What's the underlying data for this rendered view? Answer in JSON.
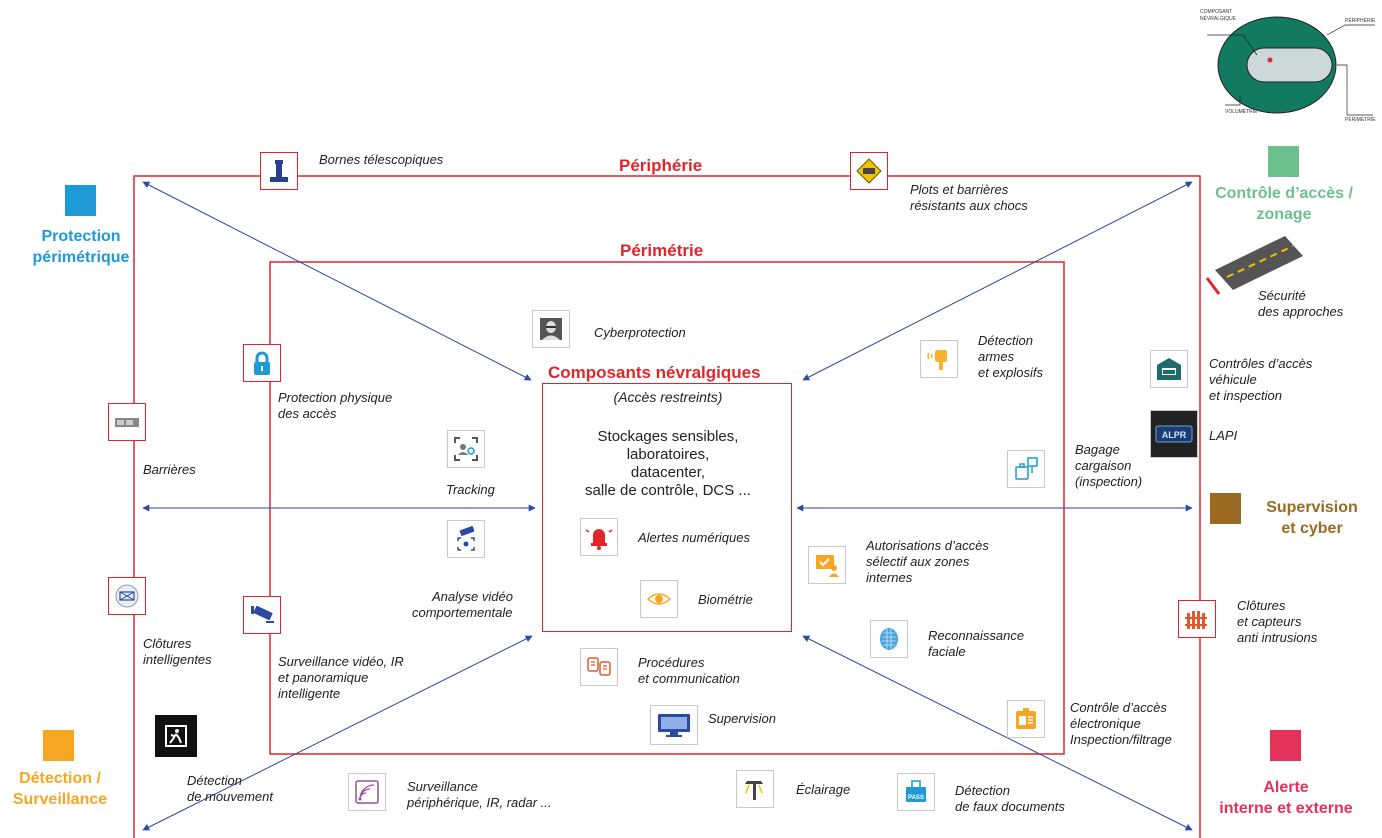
{
  "zones": {
    "peripherie": "Périphérie",
    "perimetrie": "Périmétrie",
    "composants": "Composants névralgiques",
    "acces_restreints": "(Accès restreints)",
    "core_lines": [
      "Stockages sensibles,",
      "laboratoires,",
      "datacenter,",
      "salle de contrôle, DCS ..."
    ]
  },
  "legend": [
    {
      "line1": "Protection",
      "line2": "périmétrique",
      "color": "#1e9ad6"
    },
    {
      "line1": "Contrôle d’accès /",
      "line2": "zonage",
      "color": "#6cc08b"
    },
    {
      "line1": "Supervision",
      "line2": "et cyber",
      "color": "#9b6a22"
    },
    {
      "line1": "Détection /",
      "line2": "Surveillance",
      "color": "#f6a623"
    },
    {
      "line1": "Alerte",
      "line2": "interne et externe",
      "color": "#e5325a"
    }
  ],
  "mini_diagram": {
    "composant": "COMPOSANT",
    "nevralgique": "NÉVRALGIQUE",
    "peripherie": "PÉRIPHÉRIE",
    "volumetrie": "VOLUMÉTRIE",
    "perimetrie": "PÉRIMÉTRIE"
  },
  "items": {
    "bornes": "Bornes télescopiques",
    "plots": [
      "Plots et barrières",
      "résistants aux chocs"
    ],
    "securite_approches": [
      "Sécurité",
      "des approches"
    ],
    "controles_vehicule": [
      "Contrôles d’accès",
      "véhicule",
      "et inspection"
    ],
    "lapi": "LAPI",
    "lapi_plate": "ALPR",
    "cyberprotection": "Cyberprotection",
    "detection_armes": [
      "Détection",
      "armes",
      "et explosifs"
    ],
    "protection_physique": [
      "Protection physique",
      "des accès"
    ],
    "barrieres": "Barrières",
    "tracking": "Tracking",
    "bagage": [
      "Bagage",
      "cargaison",
      "(inspection)"
    ],
    "alertes_numeriques": "Alertes numériques",
    "biometrie": "Biométrie",
    "autorisations": [
      "Autorisations d’accès",
      "sélectif aux zones",
      "internes"
    ],
    "analyse_video": [
      "Analyse vidéo",
      "comportementale"
    ],
    "clotures_intelligentes": [
      "Clôtures",
      "intelligentes"
    ],
    "surveillance_video": [
      "Surveillance vidéo, IR",
      "et panoramique",
      "intelligente"
    ],
    "reconnaissance": [
      "Reconnaissance",
      "faciale"
    ],
    "clotures_capteurs": [
      "Clôtures",
      "et capteurs",
      "anti intrusions"
    ],
    "procedures": [
      "Procédures",
      "et communication"
    ],
    "supervision": "Supervision",
    "controle_electronique": [
      "Contrôle d’accès",
      "électronique",
      "Inspection/filtrage"
    ],
    "detection_mouvement": [
      "Détection",
      "de mouvement"
    ],
    "surveillance_peripherique": [
      "Surveillance",
      "périphérique, IR, radar ..."
    ],
    "eclairage": "Éclairage",
    "faux_documents": [
      "Détection",
      "de faux documents"
    ],
    "pass_label": "PASS"
  }
}
